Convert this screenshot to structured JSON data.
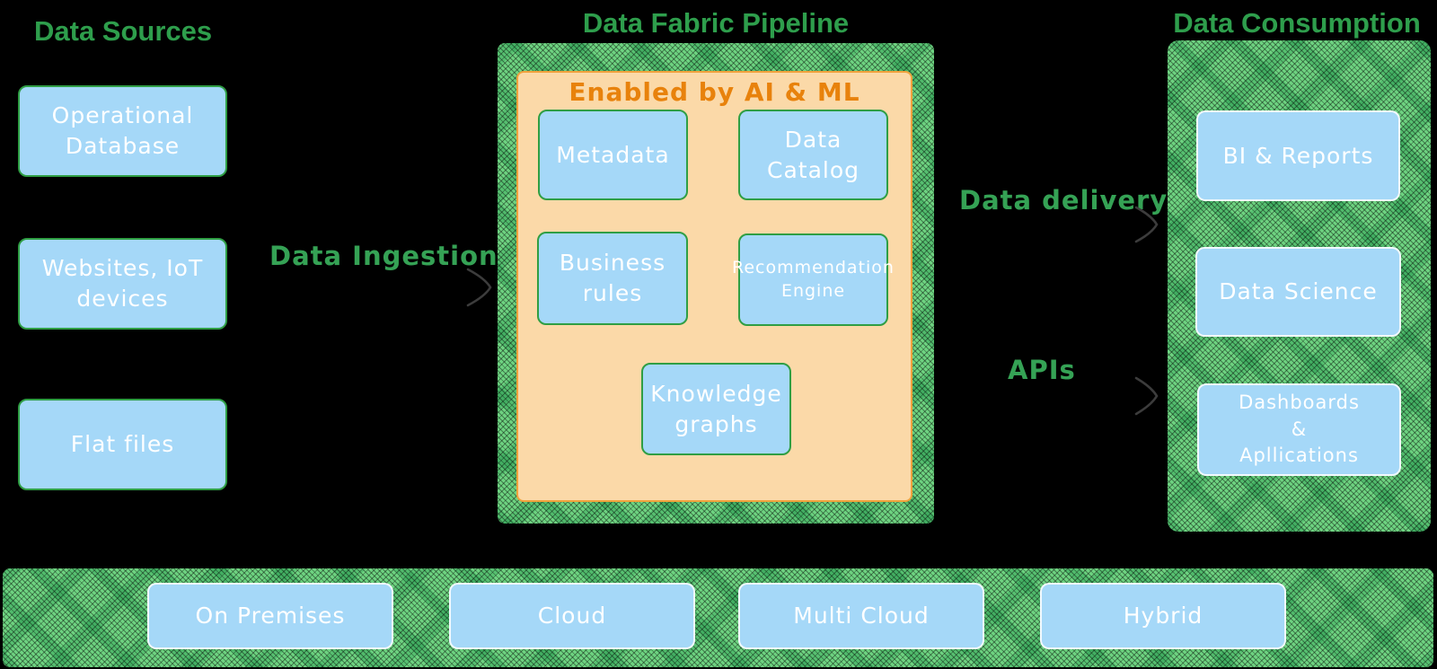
{
  "titles": {
    "sources": "Data Sources",
    "pipeline": "Data Fabric Pipeline",
    "consumption": "Data Consumption"
  },
  "flow_labels": {
    "ingestion": "Data Ingestion",
    "delivery": "Data delivery",
    "apis": "APIs"
  },
  "sources": {
    "boxes": [
      {
        "label": "Operational\nDatabase"
      },
      {
        "label": "Websites, IoT\ndevices"
      },
      {
        "label": "Flat files"
      }
    ]
  },
  "pipeline": {
    "subtitle": "Enabled by AI & ML",
    "boxes": [
      {
        "label": "Metadata"
      },
      {
        "label": "Data\nCatalog"
      },
      {
        "label": "Business\nrules"
      },
      {
        "label": "Recommendation\nEngine"
      },
      {
        "label": "Knowledge\ngraphs"
      }
    ]
  },
  "consumption": {
    "boxes": [
      {
        "label": "BI & Reports"
      },
      {
        "label": "Data Science"
      },
      {
        "label": "Dashboards\n&\nApllications"
      }
    ]
  },
  "infrastructure": {
    "boxes": [
      {
        "label": "On Premises"
      },
      {
        "label": "Cloud"
      },
      {
        "label": "Multi Cloud"
      },
      {
        "label": "Hybrid"
      }
    ]
  },
  "colors": {
    "background": "#000000",
    "heading_green": "#2e9e4c",
    "label_green": "#35a255",
    "container_green": "#6ed381",
    "box_blue": "#a5d8f8",
    "box_border_green": "#2f9e44",
    "box_text": "#ffffff",
    "orange_fill": "#fbd9a8",
    "orange_border": "#f0a23c",
    "orange_text": "#e8820c",
    "arrow_gray": "#3c3c3c"
  }
}
